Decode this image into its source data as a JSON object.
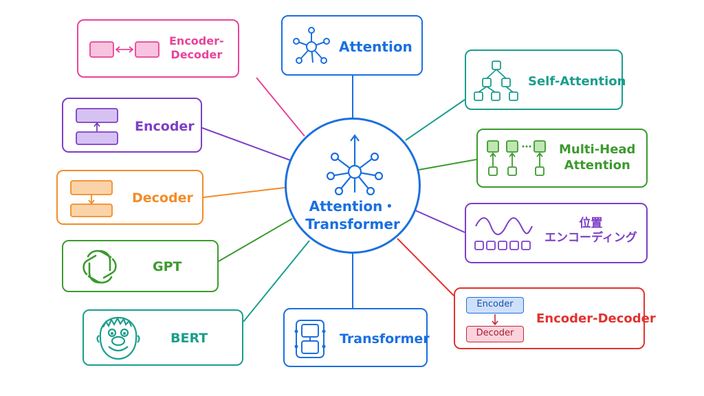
{
  "center": {
    "title_line1": "Attention・",
    "title_line2": "Transformer",
    "color": "#1a6fe0"
  },
  "nodes": {
    "attention": {
      "label": "Attention",
      "color": "#1a6fe0",
      "icon": "network-icon"
    },
    "self_attention": {
      "label": "Self-Attention",
      "color": "#1a9e8c",
      "icon": "tree-icon"
    },
    "multi_head": {
      "label_line1": "Multi-Head",
      "label_line2": "Attention",
      "color": "#3c9a2e",
      "icon": "multi-head-icon"
    },
    "positional": {
      "label_line1": "位置",
      "label_line2": "エンコーディング",
      "color": "#7c3fc6",
      "icon": "wave-icon"
    },
    "encoder_decoder_right": {
      "label": "Encoder-Decoder",
      "color": "#e2322e",
      "icon": "stack-icon",
      "mini_encoder": "Encoder",
      "mini_decoder": "Decoder"
    },
    "transformer": {
      "label": "Transformer",
      "color": "#1a6fe0",
      "icon": "transformer-block-icon"
    },
    "bert": {
      "label": "BERT",
      "color": "#1a9e8c",
      "icon": "bert-face-icon"
    },
    "gpt": {
      "label": "GPT",
      "color": "#3c9a2e",
      "icon": "openai-knot-icon"
    },
    "decoder": {
      "label": "Decoder",
      "color": "#f28c28",
      "icon": "decoder-icon"
    },
    "encoder": {
      "label": "Encoder",
      "color": "#7c3fc6",
      "icon": "encoder-icon"
    },
    "encoder_decoder_left": {
      "label_line1": "Encoder-",
      "label_line2": "Decoder",
      "color": "#e8439a",
      "icon": "double-arrow-icon"
    }
  }
}
